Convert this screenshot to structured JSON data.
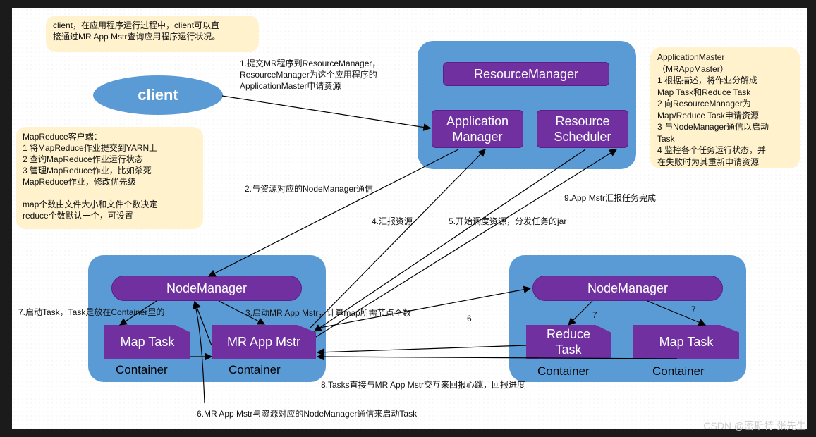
{
  "notes": {
    "client_note": "client，在应用程序运行过程中，client可以直\n接通过MR App Mstr查询应用程序运行状况。",
    "mapreduce_note": "MapReduce客户端：\n1 将MapReduce作业提交到YARN上\n2 查询MapReduce作业运行状态\n3 管理MapReduce作业，比如杀死\nMapReduce作业，修改优先级\n\nmap个数由文件大小和文件个数决定\nreduce个数默认一个，可设置",
    "appmaster_note": "ApplicationMaster\n（MRAppMaster）\n1 根据描述，将作业分解成\nMap Task和Reduce Task\n2 向ResourceManager为\nMap/Reduce Task申请资源\n3 与NodeManager通信以启动\nTask\n4 监控各个任务运行状态，并\n在失败时为其重新申请资源"
  },
  "client": "client",
  "rm_panel": {
    "resource_manager": "ResourceManager",
    "application_manager": "Application\nManager",
    "resource_scheduler": "Resource\nScheduler"
  },
  "node_left": {
    "node_manager": "NodeManager",
    "map_task": "Map Task",
    "mr_app_mstr": "MR App Mstr",
    "container_1": "Container",
    "container_2": "Container"
  },
  "node_right": {
    "node_manager": "NodeManager",
    "reduce_task": "Reduce\nTask",
    "map_task": "Map Task",
    "container_1": "Container",
    "container_2": "Container"
  },
  "steps": {
    "s1": "1.提交MR程序到ResourceManager，\nResourceManager为这个应用程序的\nApplicationMaster申请资源",
    "s2": "2.与资源对应的NodeManager通信",
    "s3": "3.启动MR App Mstr，计算map所需节点个数",
    "s4": "4.汇报资源",
    "s5": "5.开始调度资源，分发任务的jar",
    "s6": "6.MR App Mstr与资源对应的NodeManager通信来启动Task",
    "s6b": "6",
    "s7": "7.启动Task，Task是放在Container里的",
    "s7a": "7",
    "s7b": "7",
    "s8": "8.Tasks直接与MR App Mstr交互来回报心跳，回报进度",
    "s9": "9.App Mstr汇报任务完成"
  },
  "watermark": "CSDN @密斯特.张先生"
}
